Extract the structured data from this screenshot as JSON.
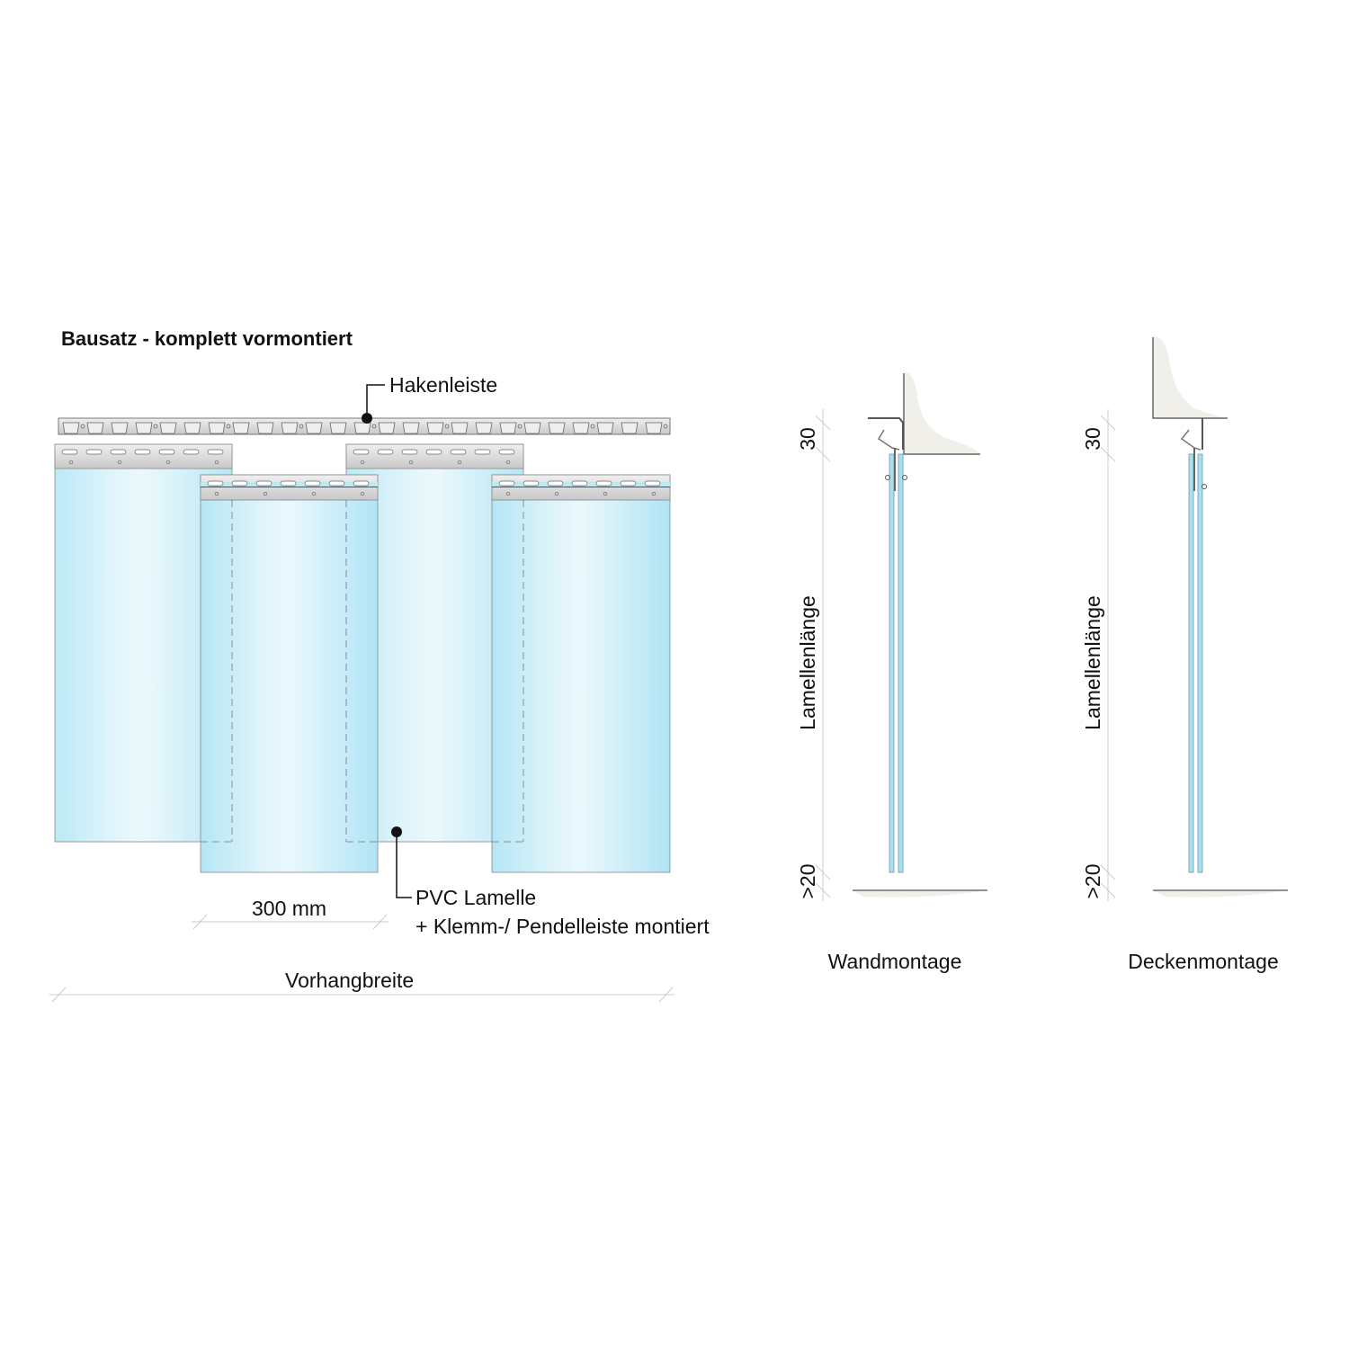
{
  "title": "Bausatz - komplett vormontiert",
  "labels": {
    "hook_rail": "Hakenleiste",
    "pvc_strip": "PVC Lamelle",
    "clamp_rail": "+ Klemm-/ Pendelleiste montiert",
    "strip_width": "300 mm",
    "curtain_width": "Vorhangbreite"
  },
  "wall_view": {
    "caption": "Wandmontage",
    "dim_top": "30",
    "dim_length": "Lamellenlänge",
    "dim_bottom": ">20"
  },
  "ceiling_view": {
    "caption": "Deckenmontage",
    "dim_top": "30",
    "dim_length": "Lamellenlänge",
    "dim_bottom": ">20"
  },
  "colors": {
    "strip": "#bfeaf7",
    "rail": "#d8d8d8",
    "wall": "#f1efea"
  }
}
